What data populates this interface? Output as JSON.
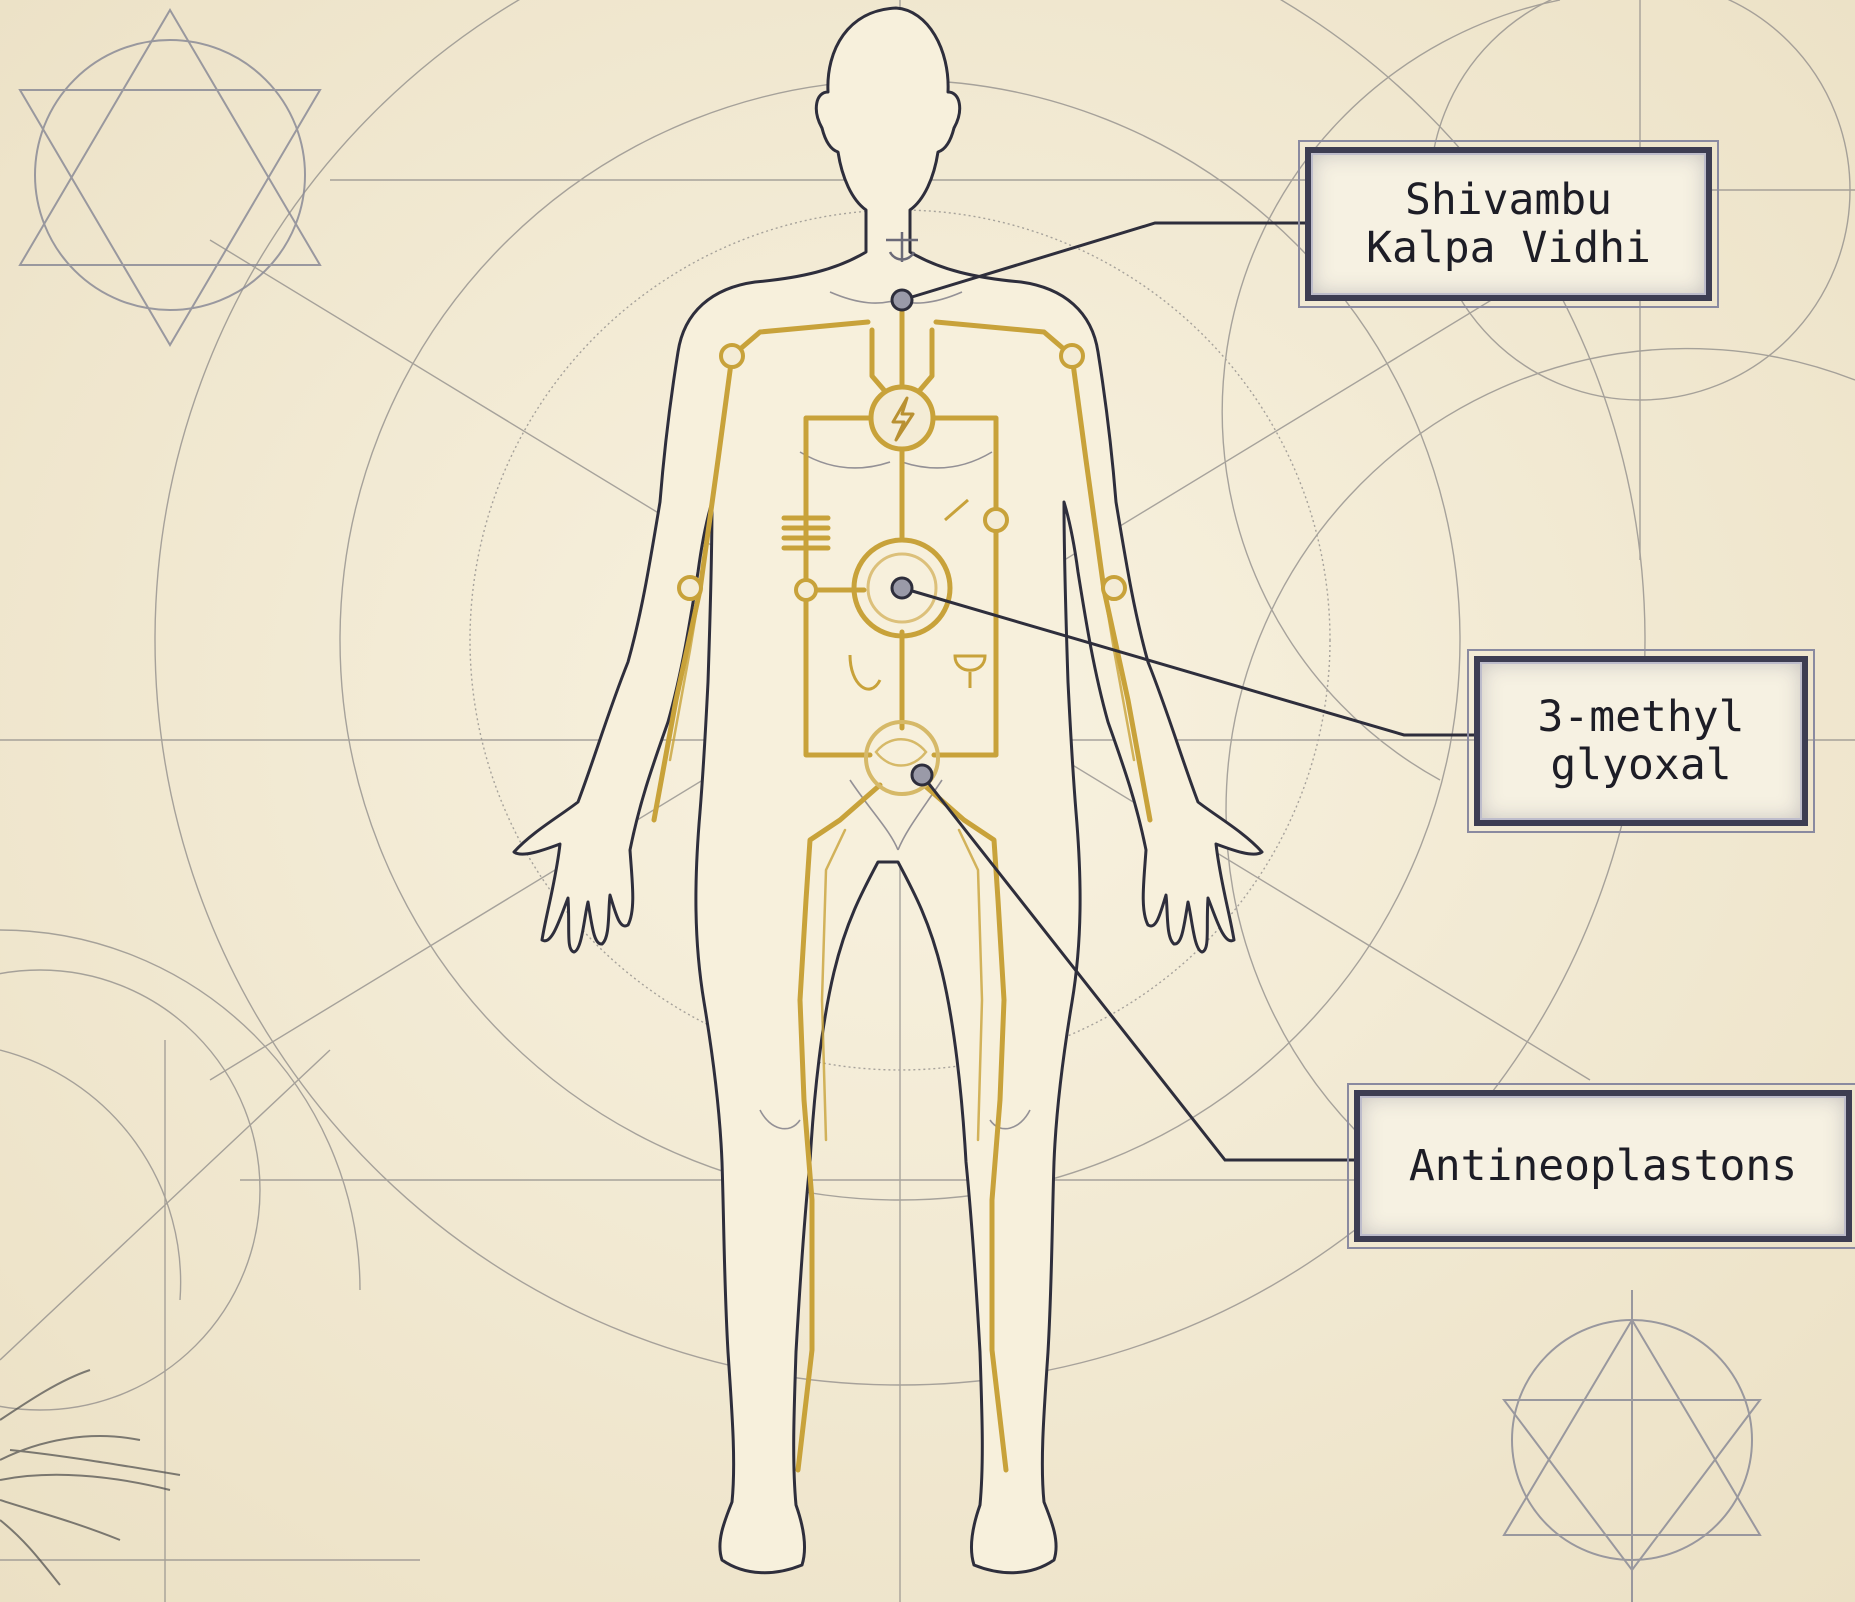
{
  "labels": [
    {
      "lines": [
        "Shivambu",
        "Kalpa Vidhi"
      ]
    },
    {
      "lines": [
        "3-methyl",
        "glyoxal"
      ]
    },
    {
      "lines": [
        "Antineoplastons"
      ]
    }
  ],
  "colors": {
    "background": "#f4ecd6",
    "ink": "#2e2e3c",
    "gold": "#c8a23a",
    "box_border": "#3d3d52"
  }
}
